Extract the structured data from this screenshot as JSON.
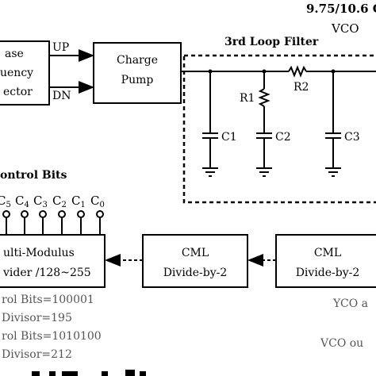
{
  "header": {
    "freq_text": "9.75/10.6 G",
    "vco_text": "VCO"
  },
  "blocks": {
    "pfd": {
      "line1": "ase",
      "line2": "uency",
      "line3": "ector"
    },
    "charge_pump": {
      "line1": "Charge",
      "line2": "Pump"
    },
    "multi_modulus": {
      "line1": "ulti-Modulus",
      "line2": "vider /128~255"
    },
    "cml1": {
      "line1": "CML",
      "line2": "Divide-by-2"
    },
    "cml2": {
      "line1": "CML",
      "line2": "Divide-by-2"
    }
  },
  "signals": {
    "up": "UP",
    "dn": "DN"
  },
  "loop_filter": {
    "title": "3rd Loop Filter",
    "r1": "R1",
    "r2": "R2",
    "c1": "C1",
    "c2": "C2",
    "c3": "C3"
  },
  "control": {
    "title": "ontrol Bits",
    "bit_labels": [
      "C",
      "5",
      "C",
      "4",
      "C",
      "3",
      "C",
      "2",
      "C",
      "1",
      "C",
      "0"
    ]
  },
  "notes": {
    "line1": "rol Bits=100001",
    "line2": "Divisor=195",
    "line3": "rol Bits=1010100",
    "line4": "Divisor=212",
    "vco_a": "YCO a",
    "vco_b": "VCO ou"
  }
}
